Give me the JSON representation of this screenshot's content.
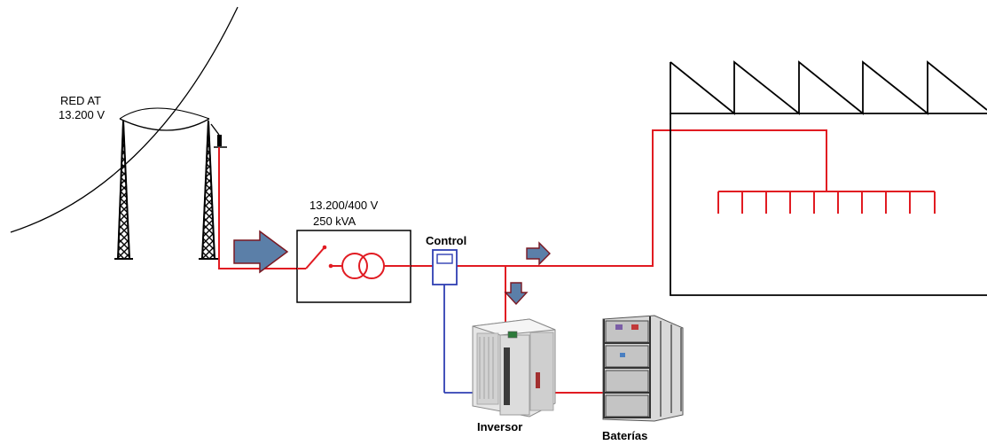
{
  "labels": {
    "grid_name": "RED AT",
    "grid_voltage": "13.200 V",
    "transformer_ratio": "13.200/400 V",
    "transformer_power": "250 kVA",
    "control": "Control",
    "inverter": "Inversor",
    "batteries": "Baterías"
  },
  "colors": {
    "power_line": "#e11b22",
    "control_line": "#2f3fb3",
    "flow_arrow": "#5b7fa8",
    "flow_arrow_border": "#7a1822",
    "outline": "#000000"
  },
  "icons": {
    "tower": "high-voltage-tower-icon",
    "switch": "disconnect-switch-icon",
    "transformer": "transformer-icon",
    "meter": "control-meter-icon",
    "inverter": "inverter-cabinet-icon",
    "batteries": "battery-rack-icon",
    "factory": "factory-building-icon",
    "arrow": "flow-arrow-icon"
  }
}
